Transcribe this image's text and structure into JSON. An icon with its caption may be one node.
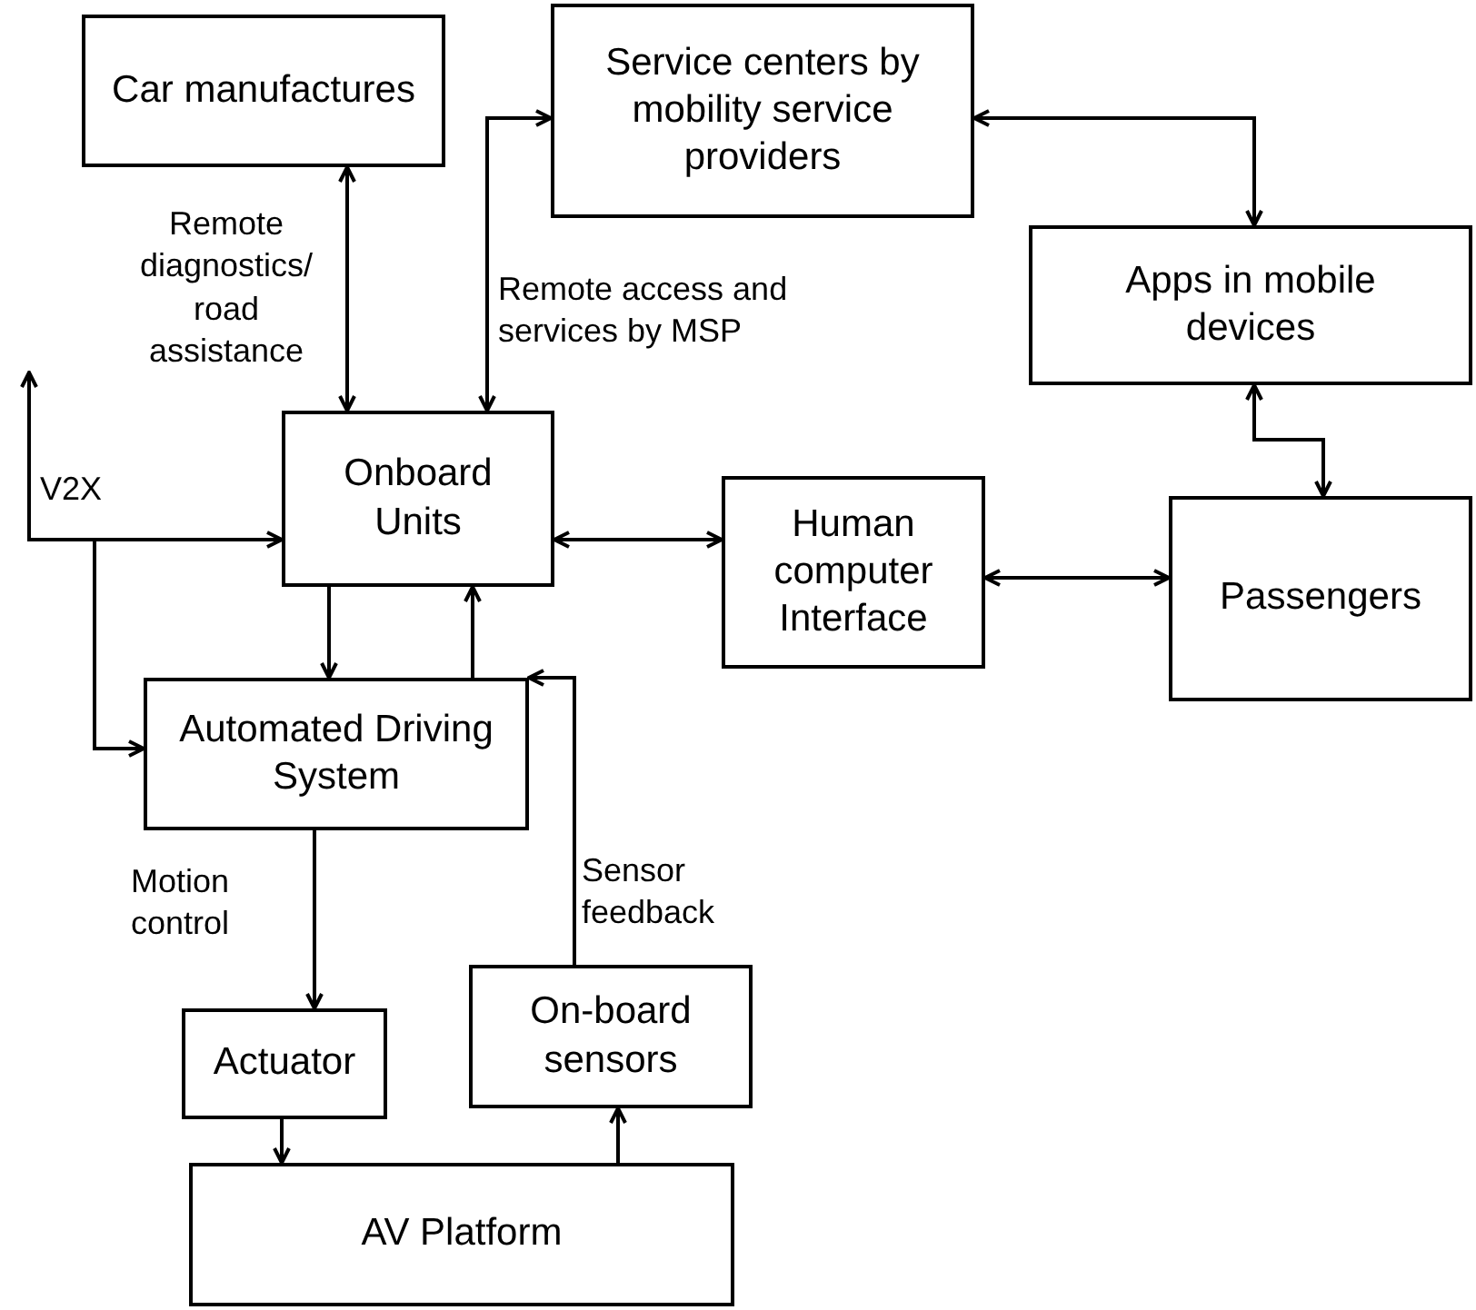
{
  "diagram": {
    "nodes": [
      {
        "text": [
          "Car manufactures"
        ]
      },
      {
        "text": [
          "Service centers by mobility service providers"
        ]
      },
      {
        "text": [
          "Apps in mobile devices"
        ]
      },
      {
        "text": [
          "Onboard Units"
        ]
      },
      {
        "text": [
          "Human computer Interface"
        ]
      },
      {
        "text": [
          "Passengers"
        ]
      },
      {
        "text": [
          "Automated Driving System"
        ]
      },
      {
        "text": [
          "Actuator"
        ]
      },
      {
        "text": [
          "On-board sensors"
        ]
      },
      {
        "text": [
          "AV Platform"
        ]
      }
    ],
    "edges": [
      {
        "from": 0,
        "to": 3,
        "arrow": "both",
        "label": "Remote diagnostics/ road assistance"
      },
      {
        "from": 1,
        "to": 3,
        "arrow": "both",
        "label": "Remote access and services by MSP"
      },
      {
        "from": 1,
        "to": 2,
        "arrow": "both"
      },
      {
        "from": 2,
        "to": 5,
        "arrow": "both"
      },
      {
        "from": null,
        "to": 3,
        "arrow": "both",
        "label": "V2X"
      },
      {
        "from": null,
        "to": 6,
        "arrow": "to"
      },
      {
        "from": 3,
        "to": 4,
        "arrow": "both"
      },
      {
        "from": 4,
        "to": 5,
        "arrow": "both"
      },
      {
        "from": 3,
        "to": 6,
        "arrow": "to"
      },
      {
        "from": 6,
        "to": 3,
        "arrow": "to"
      },
      {
        "from": 6,
        "to": 7,
        "arrow": "to",
        "label": "Motion control"
      },
      {
        "from": 8,
        "to": 6,
        "arrow": "to",
        "label": "Sensor feedback"
      },
      {
        "from": 7,
        "to": 9,
        "arrow": "to"
      },
      {
        "from": 9,
        "to": 8,
        "arrow": "to"
      }
    ]
  }
}
